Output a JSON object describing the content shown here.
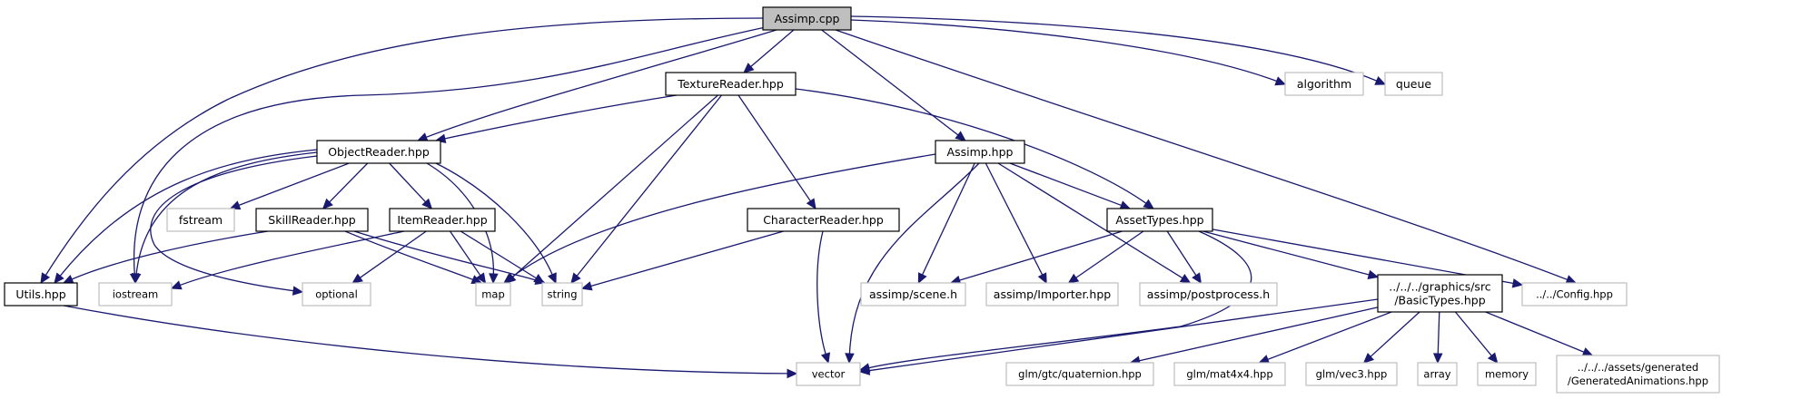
{
  "title": "Assimp.cpp include dependency graph",
  "colors": {
    "edge": "#191970",
    "root_fill": "#bfbfbf",
    "project_border": "#000000",
    "external_border": "#bfbfbf"
  },
  "nodes": [
    {
      "id": "assimp_cpp",
      "label": [
        "Assimp.cpp"
      ],
      "kind": "root"
    },
    {
      "id": "texturereader",
      "label": [
        "TextureReader.hpp"
      ],
      "kind": "project"
    },
    {
      "id": "objectreader",
      "label": [
        "ObjectReader.hpp"
      ],
      "kind": "project"
    },
    {
      "id": "assimp_hpp",
      "label": [
        "Assimp.hpp"
      ],
      "kind": "project"
    },
    {
      "id": "skillreader",
      "label": [
        "SkillReader.hpp"
      ],
      "kind": "project"
    },
    {
      "id": "itemreader",
      "label": [
        "ItemReader.hpp"
      ],
      "kind": "project"
    },
    {
      "id": "characterreader",
      "label": [
        "CharacterReader.hpp"
      ],
      "kind": "project"
    },
    {
      "id": "assettypes",
      "label": [
        "AssetTypes.hpp"
      ],
      "kind": "project"
    },
    {
      "id": "utils",
      "label": [
        "Utils.hpp"
      ],
      "kind": "project"
    },
    {
      "id": "basictypes",
      "label": [
        "../../../graphics/src",
        "/BasicTypes.hpp"
      ],
      "kind": "project"
    },
    {
      "id": "fstream",
      "label": [
        "fstream"
      ],
      "kind": "external"
    },
    {
      "id": "iostream",
      "label": [
        "iostream"
      ],
      "kind": "external"
    },
    {
      "id": "optional",
      "label": [
        "optional"
      ],
      "kind": "external"
    },
    {
      "id": "map",
      "label": [
        "map"
      ],
      "kind": "external"
    },
    {
      "id": "string",
      "label": [
        "string"
      ],
      "kind": "external"
    },
    {
      "id": "scene",
      "label": [
        "assimp/scene.h"
      ],
      "kind": "external"
    },
    {
      "id": "importer",
      "label": [
        "assimp/Importer.hpp"
      ],
      "kind": "external"
    },
    {
      "id": "postprocess",
      "label": [
        "assimp/postprocess.h"
      ],
      "kind": "external"
    },
    {
      "id": "config",
      "label": [
        "../../Config.hpp"
      ],
      "kind": "external"
    },
    {
      "id": "algorithm",
      "label": [
        "algorithm"
      ],
      "kind": "external"
    },
    {
      "id": "queue",
      "label": [
        "queue"
      ],
      "kind": "external"
    },
    {
      "id": "vector",
      "label": [
        "vector"
      ],
      "kind": "external"
    },
    {
      "id": "quaternion",
      "label": [
        "glm/gtc/quaternion.hpp"
      ],
      "kind": "external"
    },
    {
      "id": "mat4x4",
      "label": [
        "glm/mat4x4.hpp"
      ],
      "kind": "external"
    },
    {
      "id": "vec3",
      "label": [
        "glm/vec3.hpp"
      ],
      "kind": "external"
    },
    {
      "id": "array",
      "label": [
        "array"
      ],
      "kind": "external"
    },
    {
      "id": "memory",
      "label": [
        "memory"
      ],
      "kind": "external"
    },
    {
      "id": "generatedanimations",
      "label": [
        "../../../assets/generated",
        "/GeneratedAnimations.hpp"
      ],
      "kind": "external"
    }
  ],
  "edges": [
    [
      "assimp_cpp",
      "texturereader"
    ],
    [
      "assimp_cpp",
      "objectreader"
    ],
    [
      "assimp_cpp",
      "assimp_hpp"
    ],
    [
      "assimp_cpp",
      "utils"
    ],
    [
      "assimp_cpp",
      "iostream"
    ],
    [
      "assimp_cpp",
      "config"
    ],
    [
      "assimp_cpp",
      "algorithm"
    ],
    [
      "assimp_cpp",
      "queue"
    ],
    [
      "texturereader",
      "objectreader"
    ],
    [
      "texturereader",
      "characterreader"
    ],
    [
      "texturereader",
      "assettypes"
    ],
    [
      "texturereader",
      "map"
    ],
    [
      "texturereader",
      "string"
    ],
    [
      "objectreader",
      "skillreader"
    ],
    [
      "objectreader",
      "itemreader"
    ],
    [
      "objectreader",
      "fstream"
    ],
    [
      "objectreader",
      "utils"
    ],
    [
      "objectreader",
      "iostream"
    ],
    [
      "objectreader",
      "optional"
    ],
    [
      "objectreader",
      "map"
    ],
    [
      "objectreader",
      "string"
    ],
    [
      "skillreader",
      "utils"
    ],
    [
      "skillreader",
      "map"
    ],
    [
      "skillreader",
      "string"
    ],
    [
      "itemreader",
      "iostream"
    ],
    [
      "itemreader",
      "optional"
    ],
    [
      "itemreader",
      "map"
    ],
    [
      "itemreader",
      "string"
    ],
    [
      "characterreader",
      "string"
    ],
    [
      "characterreader",
      "vector"
    ],
    [
      "assimp_hpp",
      "assettypes"
    ],
    [
      "assimp_hpp",
      "map"
    ],
    [
      "assimp_hpp",
      "vector"
    ],
    [
      "assimp_hpp",
      "scene"
    ],
    [
      "assimp_hpp",
      "importer"
    ],
    [
      "assimp_hpp",
      "postprocess"
    ],
    [
      "assettypes",
      "scene"
    ],
    [
      "assettypes",
      "importer"
    ],
    [
      "assettypes",
      "postprocess"
    ],
    [
      "assettypes",
      "basictypes"
    ],
    [
      "assettypes",
      "config"
    ],
    [
      "assettypes",
      "vector"
    ],
    [
      "utils",
      "vector"
    ],
    [
      "basictypes",
      "vector"
    ],
    [
      "basictypes",
      "quaternion"
    ],
    [
      "basictypes",
      "mat4x4"
    ],
    [
      "basictypes",
      "vec3"
    ],
    [
      "basictypes",
      "array"
    ],
    [
      "basictypes",
      "memory"
    ],
    [
      "basictypes",
      "generatedanimations"
    ]
  ]
}
